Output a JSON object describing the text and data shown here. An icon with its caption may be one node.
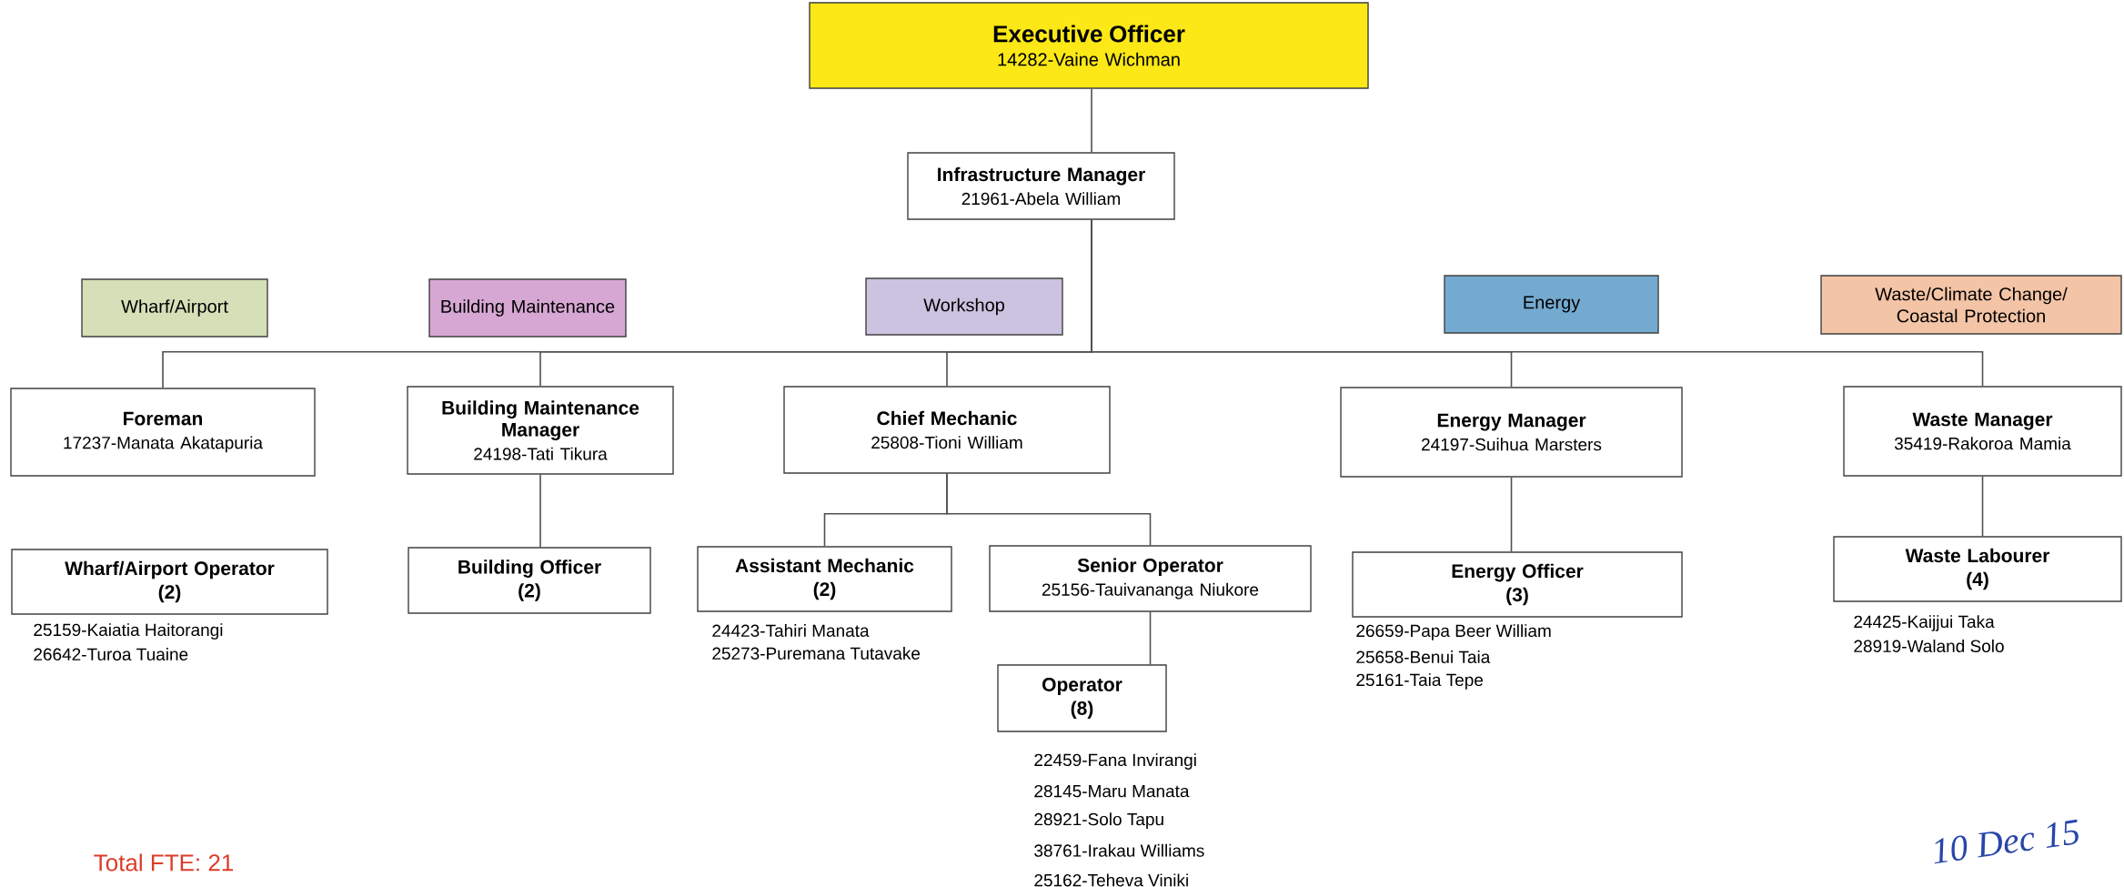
{
  "diagram": {
    "nodes": [
      {
        "text": [
          "Executive Officer",
          "14282-Vaine Wichman"
        ]
      },
      {
        "text": [
          "Infrastructure Manager",
          "21961-Abela William"
        ]
      },
      {
        "text": [
          "Wharf/Airport"
        ]
      },
      {
        "text": [
          "Building Maintenance"
        ]
      },
      {
        "text": [
          "Workshop"
        ]
      },
      {
        "text": [
          "Energy"
        ]
      },
      {
        "text": [
          "Waste/Climate Change/ Coastal Protection"
        ]
      },
      {
        "text": [
          "Foreman",
          "17237-Manata Akatapuria"
        ]
      },
      {
        "text": [
          "Building Maintenance Manager",
          "24198-Tati Tikura"
        ]
      },
      {
        "text": [
          "Chief Mechanic",
          "25808-Tioni William"
        ]
      },
      {
        "text": [
          "Energy Manager",
          "24197-Suihua Marsters"
        ]
      },
      {
        "text": [
          "Waste Manager",
          "35419-Rakoroa Mamia"
        ]
      },
      {
        "text": [
          "Wharf/Airport Operator",
          "(2)"
        ],
        "beside": [
          "25159-Kaiatia Haitorangi",
          "26642-Turoa Tuaine"
        ]
      },
      {
        "text": [
          "Building Officer",
          "(2)"
        ]
      },
      {
        "text": [
          "Assistant Mechanic",
          "(2)"
        ],
        "beside": [
          "24423-Tahiri  Manata",
          "25273-Puremana Tutavake"
        ]
      },
      {
        "text": [
          "Senior Operator",
          "25156-Tauivananga Niukore"
        ]
      },
      {
        "text": [
          "Energy Officer",
          "(3)"
        ],
        "beside": [
          "26659-Papa Beer William",
          "25658-Benui Taia",
          "25161-Taia Tepe"
        ]
      },
      {
        "text": [
          "Waste Labourer",
          "(4)"
        ],
        "beside": [
          "24425-Kaijjui Taka",
          "28919-Waland Solo"
        ]
      },
      {
        "text": [
          "Operator",
          "(8)"
        ],
        "beside": [
          "22459-Fana Invirangi",
          "28145-Maru Manata",
          "28921-Solo Tapu",
          "38761-Irakau Williams",
          "25162-Teheva Viniki"
        ]
      }
    ],
    "edges": [
      {
        "from": 0,
        "to": 1,
        "arrow": "none"
      },
      {
        "from": 1,
        "to": 7,
        "arrow": "none"
      },
      {
        "from": 1,
        "to": 8,
        "arrow": "none"
      },
      {
        "from": 1,
        "to": 9,
        "arrow": "none"
      },
      {
        "from": 1,
        "to": 10,
        "arrow": "none"
      },
      {
        "from": 1,
        "to": 11,
        "arrow": "none"
      },
      {
        "from": 8,
        "to": 13,
        "arrow": "none"
      },
      {
        "from": 9,
        "to": 14,
        "arrow": "none"
      },
      {
        "from": 9,
        "to": 15,
        "arrow": "none"
      },
      {
        "from": 15,
        "to": 18,
        "arrow": "none"
      },
      {
        "from": 10,
        "to": 16,
        "arrow": "none"
      },
      {
        "from": 11,
        "to": 17,
        "arrow": "none"
      }
    ],
    "labels": [
      "Total FTE: 21",
      "10 Dec 15"
    ]
  }
}
